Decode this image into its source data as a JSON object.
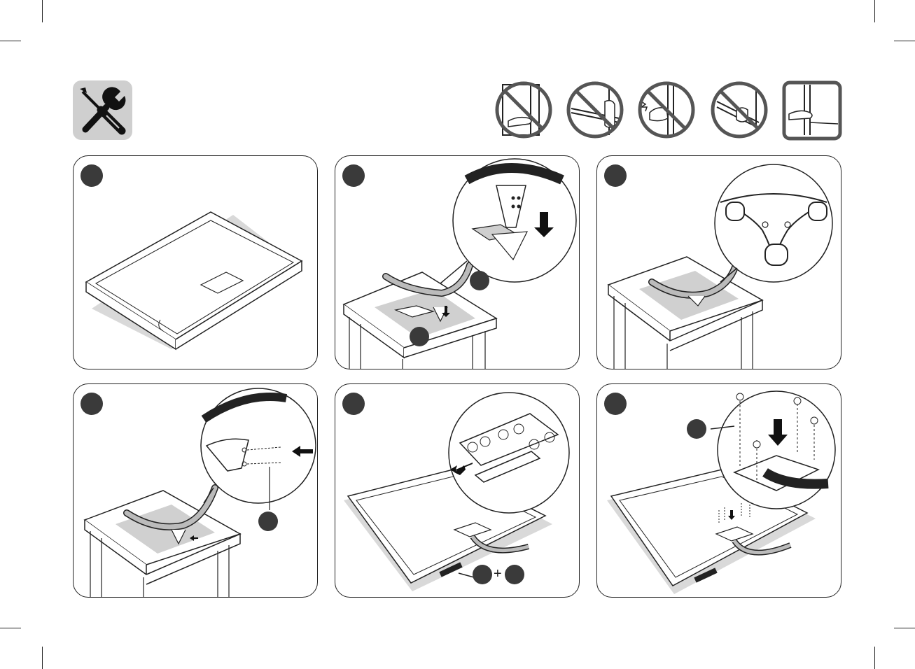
{
  "header": {
    "tools_icon": "wrench-screwdriver-icon",
    "handling_icons": [
      {
        "icon": "no-hold-by-screen-icon",
        "kind": "prohibited"
      },
      {
        "icon": "no-grip-edge-icon",
        "kind": "prohibited"
      },
      {
        "icon": "no-press-screen-icon",
        "kind": "prohibited"
      },
      {
        "icon": "no-hold-corner-icon",
        "kind": "prohibited"
      },
      {
        "icon": "hold-from-bottom-icon",
        "kind": "allowed"
      }
    ]
  },
  "panels": [
    {
      "step_badge": "step-1-badge"
    },
    {
      "step_badge": "step-2-badge"
    },
    {
      "step_badge": "step-3-badge"
    },
    {
      "step_badge": "step-4-badge"
    },
    {
      "step_badge": "step-5-badge",
      "plus_sign": "+"
    },
    {
      "step_badge": "step-6-badge"
    }
  ],
  "colors": {
    "badge": "#3a3a3a",
    "line": "#222222",
    "shade": "#cfcfcf",
    "prohibit": "#555555"
  }
}
